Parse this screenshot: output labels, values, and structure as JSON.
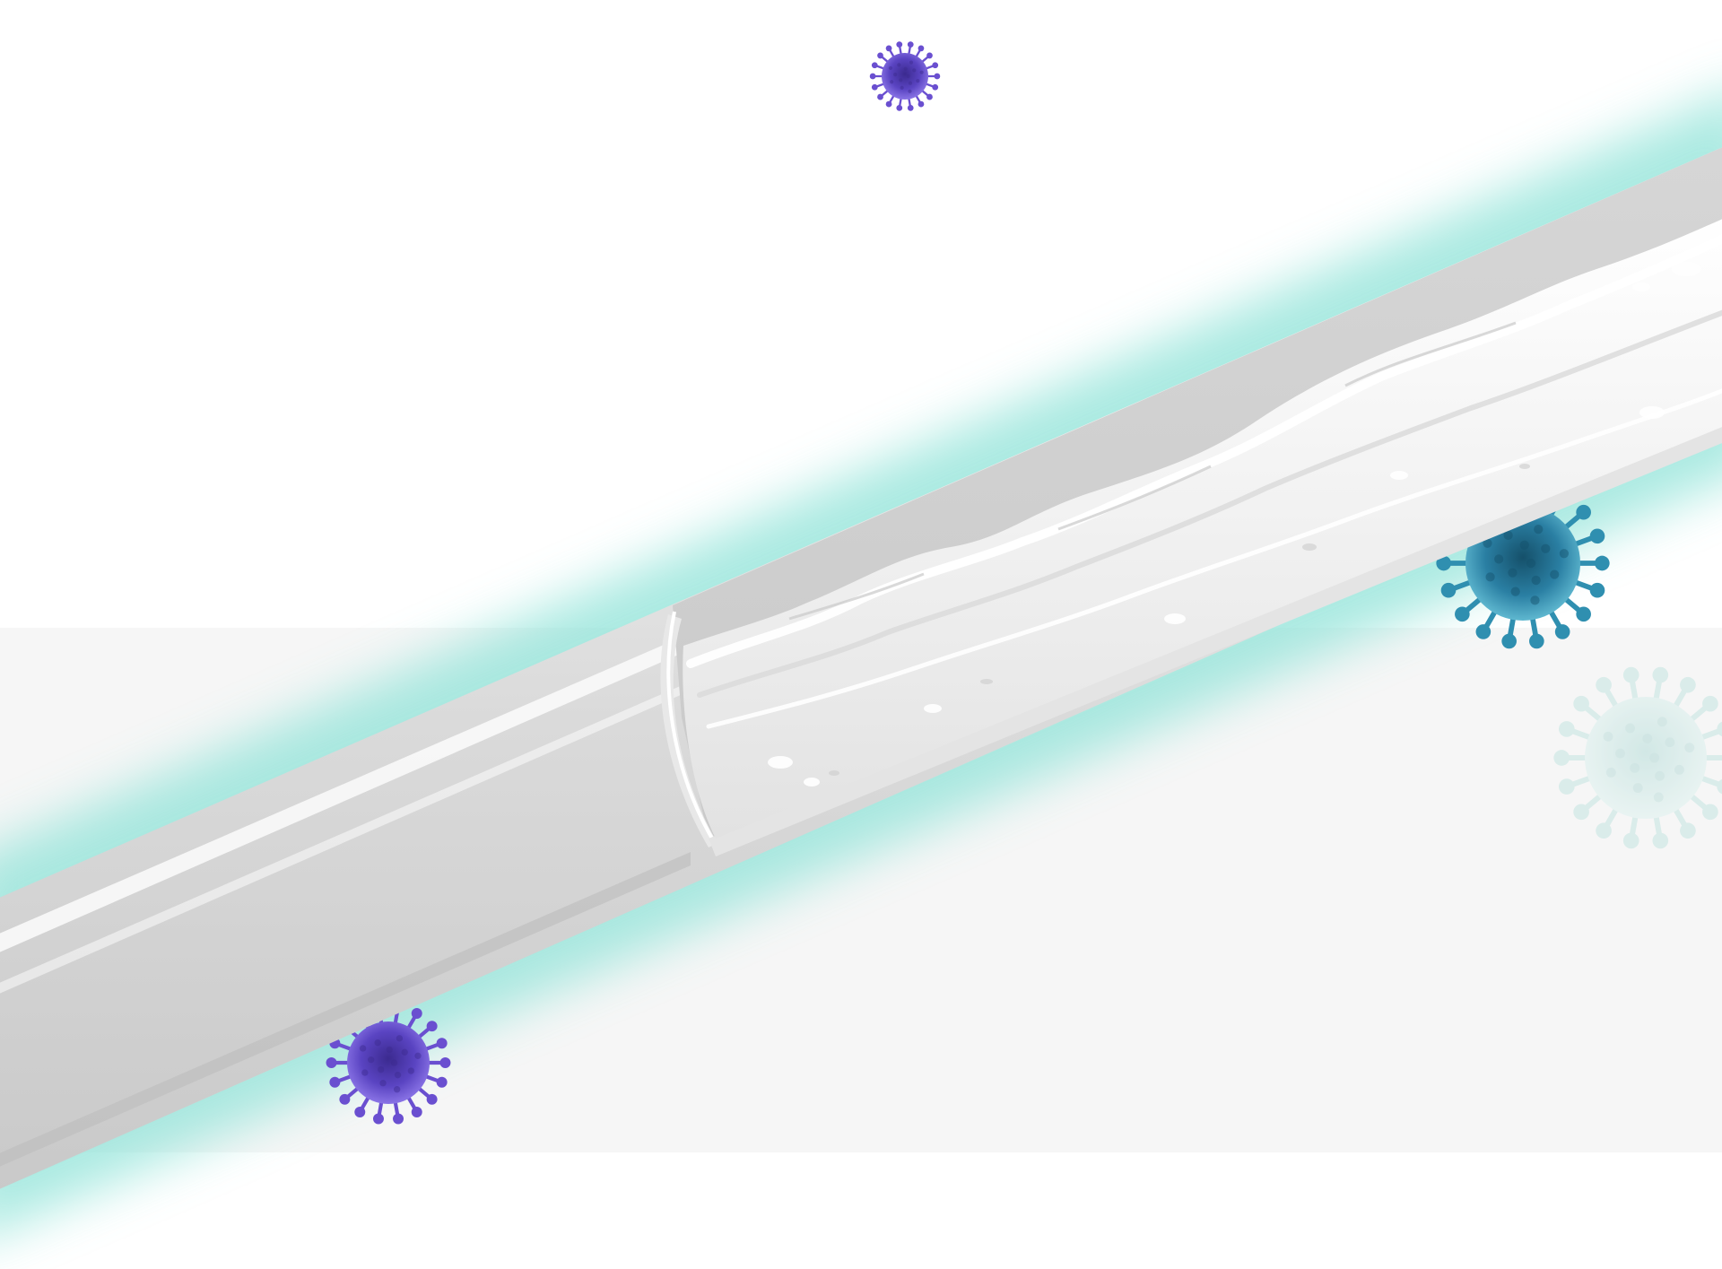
{
  "scene": {
    "subject": "illustration",
    "colors": {
      "background": "#ffffff",
      "floor": "#f6f6f6",
      "glow": "#8fe3d8",
      "pipe_light": "#f1f1f1",
      "pipe_mid": "#dcdcdc",
      "pipe_dark": "#c6c6c6",
      "pipe_inner": "#cfcfcf",
      "water_light": "#ffffff",
      "water_mid": "#e9e9e9",
      "virus_purple": "#6a4fd0",
      "virus_purple_dark": "#3b2a8f",
      "virus_teal": "#2f8fb0",
      "virus_teal_dark": "#15506a",
      "virus_faded": "#cfe9e6"
    },
    "icons": [
      "virus-icon",
      "pipe-illustration",
      "water-illustration"
    ]
  }
}
